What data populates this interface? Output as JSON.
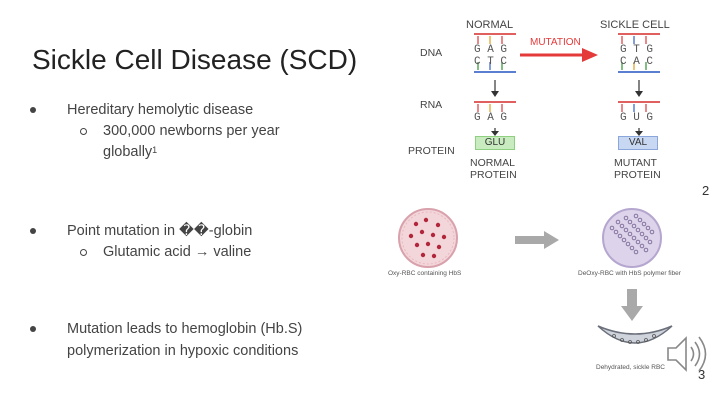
{
  "slide": {
    "title": "Sickle Cell Disease (SCD)",
    "bullets": [
      {
        "text": "Hereditary hemolytic disease",
        "sub": {
          "text": "300,000 newborns per year",
          "cont": "globally",
          "sup": "1"
        }
      },
      {
        "text": "Point mutation in ��-globin",
        "sub": {
          "text": "Glutamic acid → valine"
        }
      },
      {
        "text": "Mutation leads to hemoglobin (Hb.S)",
        "cont": "polymerization in hypoxic conditions"
      }
    ],
    "footnote_2": "2",
    "footnote_3": "3"
  },
  "diagram1": {
    "header_normal": "NORMAL",
    "header_sickle": "SICKLE CELL",
    "mutation_label": "MUTATION",
    "row_dna": "DNA",
    "row_rna": "RNA",
    "row_protein": "PROTEIN",
    "normal_dna_top": "G A G",
    "normal_dna_bottom": "C T C",
    "normal_rna": "G A G",
    "normal_aa": "GLU",
    "sickle_dna_top": "G T G",
    "sickle_dna_bottom": "C A C",
    "sickle_rna": "G U G",
    "sickle_aa": "VAL",
    "normal_protein_1": "NORMAL",
    "normal_protein_2": "PROTEIN",
    "mutant_protein_1": "MUTANT",
    "mutant_protein_2": "PROTEIN",
    "colors": {
      "arrow_red": "#e43a3a",
      "glu_box": "#c8ecc0",
      "val_box": "#c9d8f2"
    }
  },
  "diagram2": {
    "oxy_caption": "Oxy-RBC containing HbS",
    "deoxy_caption": "DeOxy-RBC with HbS polymer fiber",
    "sickle_caption": "Dehydrated, sickle RBC",
    "colors": {
      "oxy_cell": "#f3d6da",
      "oxy_dots": "#b2263b",
      "deoxy_cell": "#ddd3ea",
      "arrow_gray": "#a9a9a9"
    }
  },
  "toolbar": {
    "audio_icon": "speaker-icon"
  }
}
